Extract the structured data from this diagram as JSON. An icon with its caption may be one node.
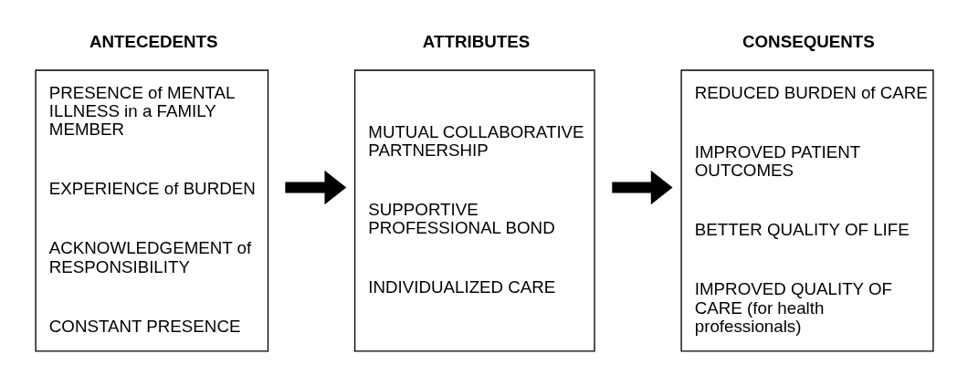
{
  "diagram": {
    "nodes": [
      {
        "text": [
          "ANTECEDENTS",
          "PRESENCE of MENTAL ILLNESS in a FAMILY MEMBER",
          "EXPERIENCE of BURDEN",
          "ACKNOWLEDGEMENT of RESPONSIBILITY",
          "CONSTANT PRESENCE"
        ]
      },
      {
        "text": [
          "ATTRIBUTES",
          "MUTUAL COLLABORATIVE PARTNERSHIP",
          "SUPPORTIVE PROFESSIONAL BOND",
          "INDIVIDUALIZED CARE"
        ]
      },
      {
        "text": [
          "CONSEQUENTS",
          "REDUCED BURDEN of CARE",
          "IMPROVED PATIENT OUTCOMES",
          "BETTER QUALITY OF LIFE",
          "IMPROVED QUALITY OF CARE (for health professionals)"
        ]
      }
    ],
    "edges": [
      {
        "from": 0,
        "to": 1,
        "arrow": "to"
      },
      {
        "from": 1,
        "to": 2,
        "arrow": "to"
      }
    ]
  }
}
